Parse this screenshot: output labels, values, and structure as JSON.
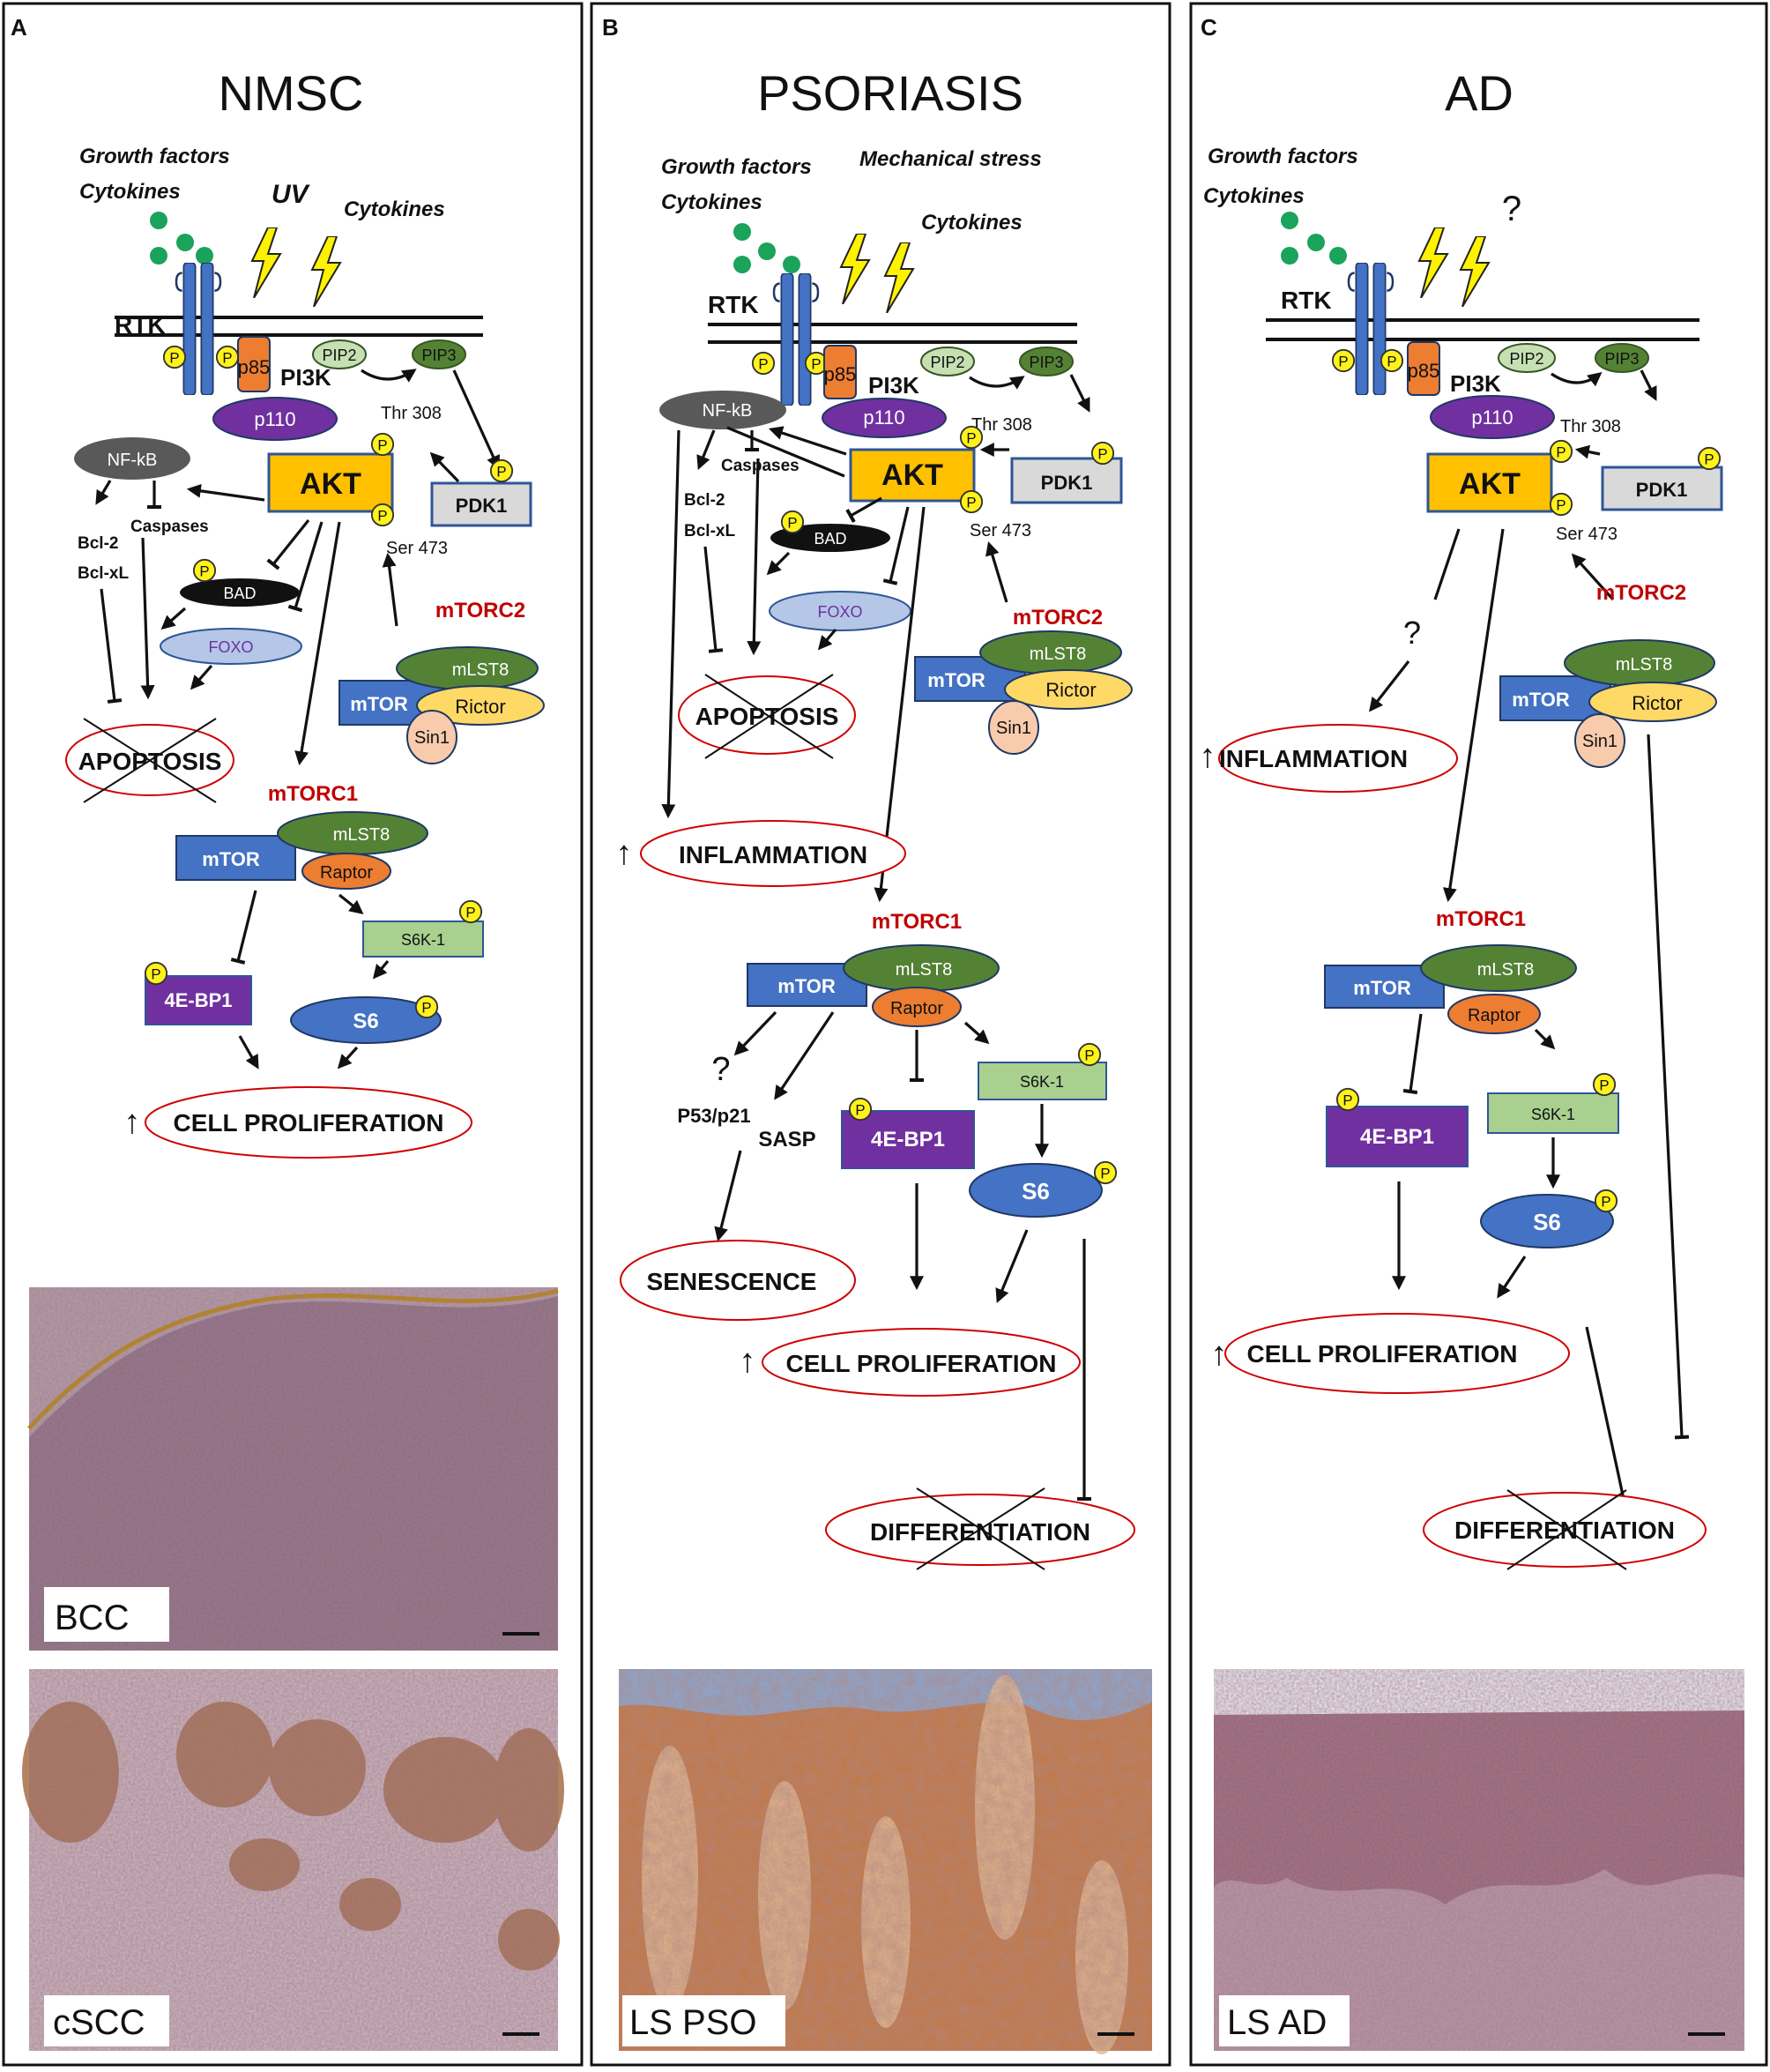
{
  "panels": [
    {
      "letter": "A",
      "title": "NMSC",
      "stimuli": [
        "Growth factors",
        "Cytokines",
        "UV",
        "Cytokines"
      ],
      "nodes": {
        "rtk": "RTK",
        "p85": "p85",
        "pi3k": "PI3K",
        "p110": "p110",
        "pip2": "PIP2",
        "pip3": "PIP3",
        "nfkb": "NF-kB",
        "akt": "AKT",
        "pdk1": "PDK1",
        "thr": "Thr 308",
        "ser": "Ser 473",
        "caspases": "Caspases",
        "bcl2": "Bcl-2",
        "bclxl": "Bcl-xL",
        "bad": "BAD",
        "foxo": "FOXO",
        "mtorc2": "mTORC2",
        "mtorc1": "mTORC1",
        "mtor": "mTOR",
        "mlst8": "mLST8",
        "rictor": "Rictor",
        "sin1": "Sin1",
        "raptor": "Raptor",
        "s6k1": "S6K-1",
        "s6": "S6",
        "ebp1": "4E-BP1"
      },
      "outcomes": [
        "APOPTOSIS",
        "CELL PROLIFERATION"
      ],
      "micrographs": [
        "BCC",
        "cSCC"
      ]
    },
    {
      "letter": "B",
      "title": "PSORIASIS",
      "stimuli": [
        "Growth factors",
        "Cytokines",
        "Mechanical stress",
        "Cytokines"
      ],
      "nodes": {
        "p53": "P53/p21",
        "sasp": "SASP",
        "question": "?"
      },
      "outcomes": [
        "APOPTOSIS",
        "INFLAMMATION",
        "SENESCENCE",
        "CELL PROLIFERATION",
        "DIFFERENTIATION"
      ],
      "micrographs": [
        "LS PSO"
      ]
    },
    {
      "letter": "C",
      "title": "AD",
      "stimuli": [
        "Growth factors",
        "Cytokines",
        "?"
      ],
      "nodes": {
        "question": "?"
      },
      "outcomes": [
        "INFLAMMATION",
        "CELL PROLIFERATION",
        "DIFFERENTIATION"
      ],
      "micrographs": [
        "LS AD"
      ]
    }
  ],
  "phospho_label": "P",
  "up_arrow": "↑",
  "colors": {
    "receptor": "#4472c4",
    "p85": "#ed7d31",
    "p110": "#7030a0",
    "pip2": "#c6e0b4",
    "pip3": "#548235",
    "nfkb": "#595959",
    "akt": "#ffc000",
    "pdk1": "#d9d9d9",
    "bad": "#111111",
    "foxo": "#b4c7e7",
    "mtor": "#4472c4",
    "mlst8": "#548235",
    "rictor": "#ffd966",
    "sin1": "#f8cbad",
    "raptor": "#ed7d31",
    "s6k1": "#a9d08e",
    "s6": "#4472c4",
    "ebp1": "#7030a0",
    "ligand": "#1aa35a",
    "bolt": "#fff200",
    "outcome_border": "#d00000",
    "phospho": "#fff21a"
  }
}
